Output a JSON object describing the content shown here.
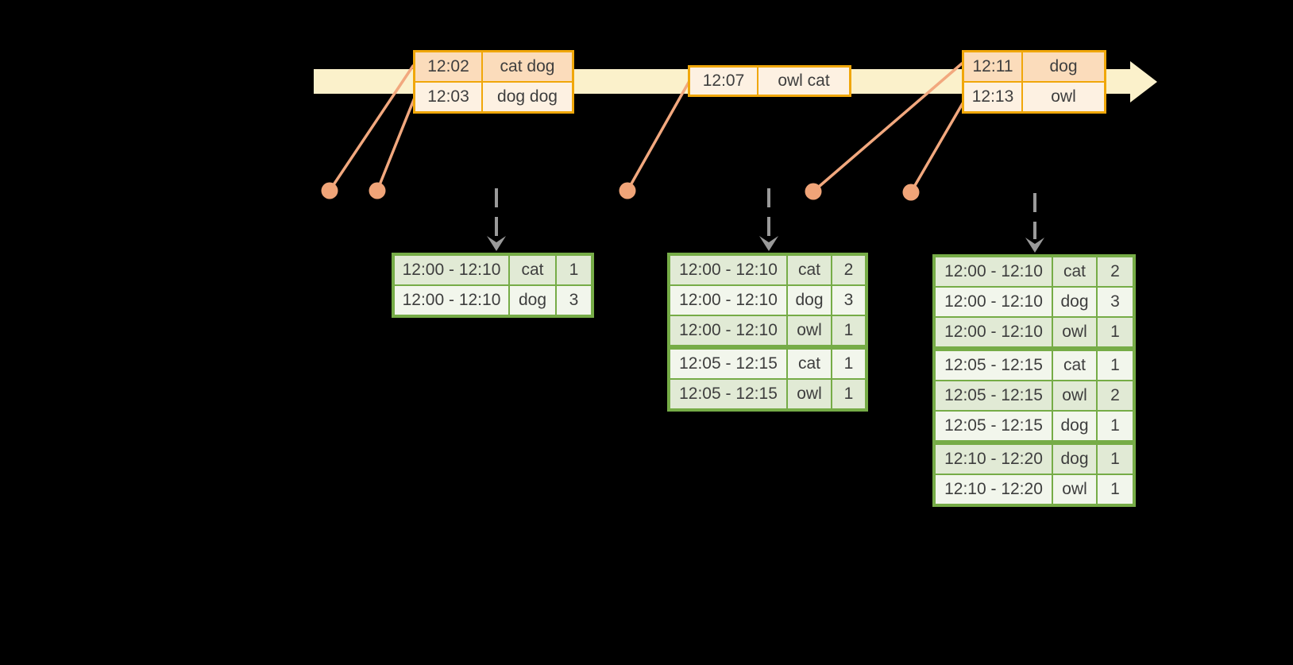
{
  "colors": {
    "background": "#000000",
    "timeline_band": "#FBF1CB",
    "event_border": "#F0A70A",
    "event_row_dark": "#FBDCBB",
    "event_row_light": "#FDF1E2",
    "connector": "#F2A87E",
    "dot": "#F0A478",
    "trigger_arrow": "#9A9A9A",
    "result_border": "#76AC47",
    "result_row_dark": "#E1EAD5",
    "result_row_light": "#F2F6EC",
    "text": "#3E3E3E"
  },
  "event_tables": [
    {
      "rows": [
        [
          "12:02",
          "cat dog"
        ],
        [
          "12:03",
          "dog dog"
        ]
      ],
      "shades": [
        "dark",
        "light"
      ]
    },
    {
      "rows": [
        [
          "12:07",
          "owl cat"
        ]
      ],
      "shades": [
        "light"
      ]
    },
    {
      "rows": [
        [
          "12:11",
          "dog"
        ],
        [
          "12:13",
          "owl"
        ]
      ],
      "shades": [
        "dark",
        "light"
      ]
    }
  ],
  "result_tables": [
    {
      "rows": [
        [
          "12:00 - 12:10",
          "cat",
          "1"
        ],
        [
          "12:00 - 12:10",
          "dog",
          "3"
        ]
      ],
      "shades": [
        "dark",
        "light"
      ]
    },
    {
      "rows": [
        [
          "12:00 - 12:10",
          "cat",
          "2"
        ],
        [
          "12:00 - 12:10",
          "dog",
          "3"
        ],
        [
          "12:00 - 12:10",
          "owl",
          "1"
        ],
        [
          "12:05 - 12:15",
          "cat",
          "1"
        ],
        [
          "12:05 - 12:15",
          "owl",
          "1"
        ]
      ],
      "shades": [
        "dark",
        "light",
        "dark",
        "light",
        "dark"
      ]
    },
    {
      "rows": [
        [
          "12:00 - 12:10",
          "cat",
          "2"
        ],
        [
          "12:00 - 12:10",
          "dog",
          "3"
        ],
        [
          "12:00 - 12:10",
          "owl",
          "1"
        ],
        [
          "12:05 - 12:15",
          "cat",
          "1"
        ],
        [
          "12:05 - 12:15",
          "owl",
          "2"
        ],
        [
          "12:05 - 12:15",
          "dog",
          "1"
        ],
        [
          "12:10 - 12:20",
          "dog",
          "1"
        ],
        [
          "12:10 - 12:20",
          "owl",
          "1"
        ]
      ],
      "shades": [
        "dark",
        "light",
        "dark",
        "light",
        "dark",
        "light",
        "dark",
        "light"
      ]
    }
  ]
}
